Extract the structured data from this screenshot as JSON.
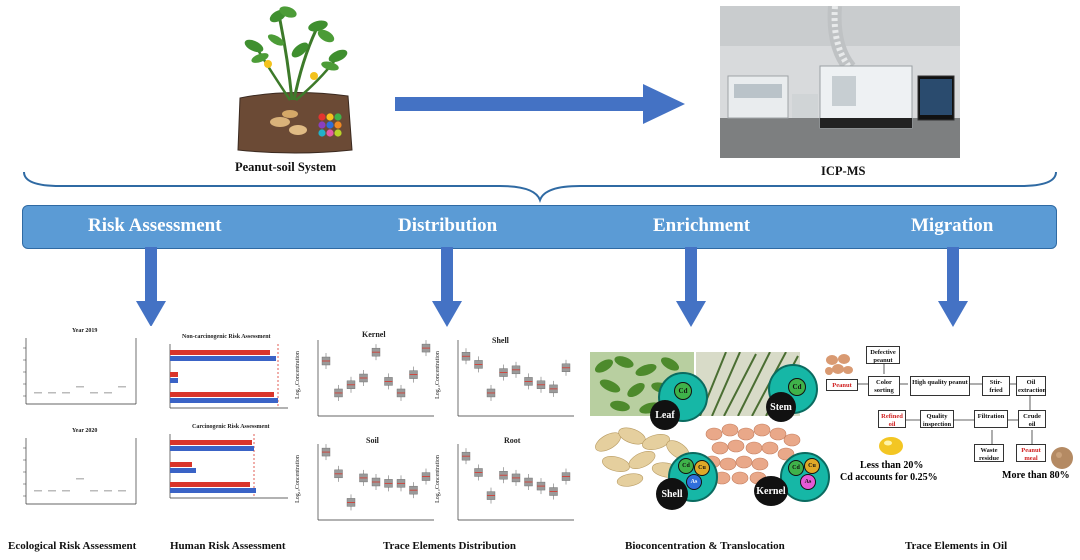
{
  "top": {
    "system_label": "Peanut-soil System",
    "instrument_label": "ICP-MS"
  },
  "banner": {
    "items": [
      {
        "label": "Risk Assessment"
      },
      {
        "label": "Distribution"
      },
      {
        "label": "Enrichment"
      },
      {
        "label": "Migration"
      }
    ]
  },
  "eco": {
    "title_2019": "Year 2019",
    "title_2020": "Year 2020",
    "caption": "Ecological Risk Assessment"
  },
  "human": {
    "noncarc_title": "Non-carcinogenic Risk Assessment",
    "carc_title": "Carcinogenic Risk Assessment",
    "caption": "Human Risk Assessment"
  },
  "dist": {
    "panels": [
      {
        "title": "Kernel"
      },
      {
        "title": "Shell"
      },
      {
        "title": "Soil"
      },
      {
        "title": "Root"
      }
    ],
    "ylabel": "Log₁₀Concentration",
    "caption": "Trace Elements Distribution"
  },
  "enrich": {
    "labels": {
      "leaf": "Leaf",
      "stem": "Stem",
      "shell": "Shell",
      "kernel": "Kernel"
    },
    "elements": {
      "cd": "Cd",
      "cu": "Cu",
      "as": "As"
    },
    "caption": "Bioconcentration & Translocation"
  },
  "oil": {
    "nodes": {
      "defective": "Defective peanut",
      "peanut": "Peanut",
      "color": "Color sorting",
      "high": "High quality peanut",
      "stir": "Stir-fried",
      "oilext": "Oil extraction",
      "refined": "Refined oil",
      "quality": "Quality inspection",
      "filtration": "Filtration",
      "crude": "Crude oil",
      "waste": "Waste residue",
      "meal": "Peanut meal"
    },
    "note_left_1": "Less than 20%",
    "note_left_2": "Cd accounts for 0.25%",
    "note_right": "More than 80%",
    "caption": "Trace Elements in Oil"
  },
  "colors": {
    "banner": "#5b9bd5",
    "arrow": "#4472c4",
    "bar_red": "#d9352b",
    "bar_blue": "#3a63c6",
    "box_gray": "#9a9a9a"
  }
}
